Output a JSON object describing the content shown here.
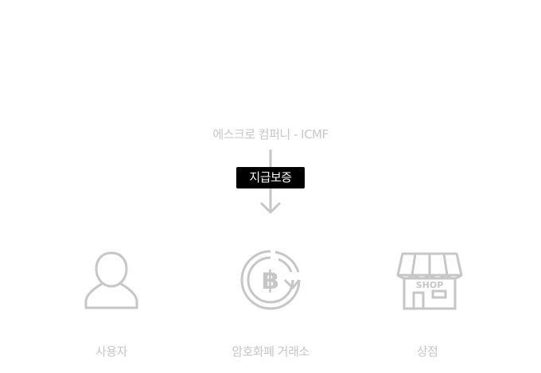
{
  "escrow": {
    "title": "에스크로 컴퍼니 - ICMF",
    "guarantee_label": "지급보증"
  },
  "nodes": [
    {
      "label": "사용자",
      "icon": "user-icon"
    },
    {
      "label": "암호화폐 거래소",
      "icon": "bitcoin-exchange-icon"
    },
    {
      "label": "상점",
      "icon": "shop-icon",
      "icon_text": "SHOP"
    }
  ],
  "colors": {
    "muted": "#c6c6c6",
    "badge_bg": "#000000",
    "badge_text": "#ffffff"
  }
}
